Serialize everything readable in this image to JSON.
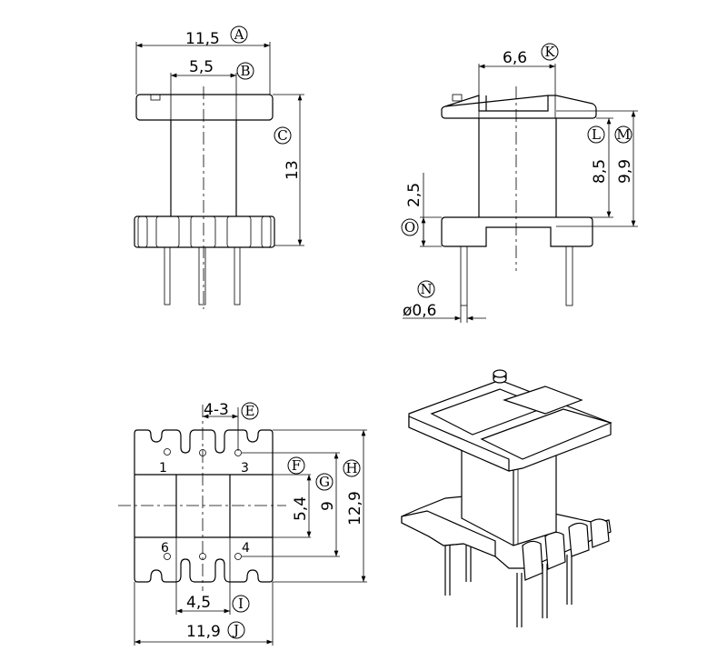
{
  "front_view": {
    "dim_width": "11,5",
    "label_width": "A",
    "dim_core": "5,5",
    "label_core": "B",
    "dim_height": "13",
    "label_height": "C"
  },
  "side_view": {
    "dim_core": "6,6",
    "label_core": "K",
    "dim_window": "8,5",
    "label_window": "L",
    "dim_total": "9,9",
    "label_total": "M",
    "dim_base": "2,5",
    "label_base": "O",
    "dim_pin": "ø0,6",
    "label_pin": "N"
  },
  "bottom_view": {
    "dim_holes": "4-3",
    "label_holes": "E",
    "label_row": "F",
    "dim_inner": "5,4",
    "label_inner": "G",
    "dim_pitch_y": "9",
    "dim_depth": "12,9",
    "label_depth": "H",
    "dim_pitch_x": "4,5",
    "label_pitch_x": "I",
    "dim_width": "11,9",
    "label_width": "J",
    "pins": [
      "1",
      "3",
      "6",
      "4"
    ]
  }
}
